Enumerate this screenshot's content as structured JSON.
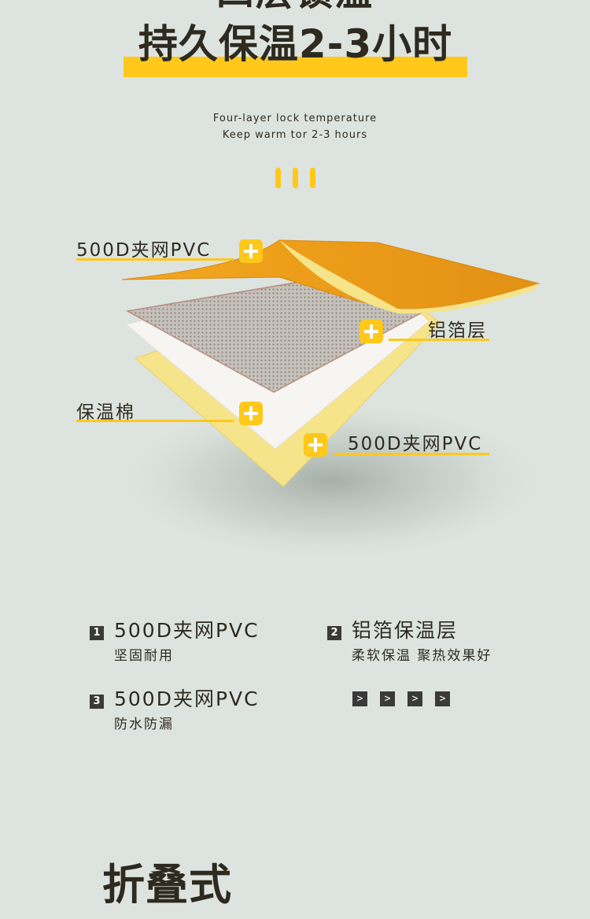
{
  "header": {
    "cut_text": "四层锁温",
    "headline": "持久保温2-3小时",
    "subtitle_line1": "Four-layer lock temperature",
    "subtitle_line2": "Keep warm tor 2-3 hours"
  },
  "callouts": {
    "top_left": "500D夹网PVC",
    "right": "铝箔层",
    "middle_left": "保温棉",
    "bottom_right": "500D夹网PVC"
  },
  "features": [
    {
      "number": "1",
      "title": "500D夹网PVC",
      "desc": "坚固耐用"
    },
    {
      "number": "2",
      "title": "铝箔保温层",
      "desc": "柔软保温 聚热效果好"
    },
    {
      "number": "3",
      "title": "500D夹网PVC",
      "desc": "防水防漏"
    }
  ],
  "arrows": [
    ">",
    ">",
    ">",
    ">"
  ],
  "section": {
    "title": "折叠式"
  },
  "colors": {
    "background": "#dde4df",
    "accent": "#ffc81a",
    "text": "#2e2a20",
    "pvc_orange": "#f0a21c",
    "foil_gray": "#b9b3ad",
    "cotton_white": "#f7f5f2",
    "pvc_yellow": "#f6e48a"
  }
}
